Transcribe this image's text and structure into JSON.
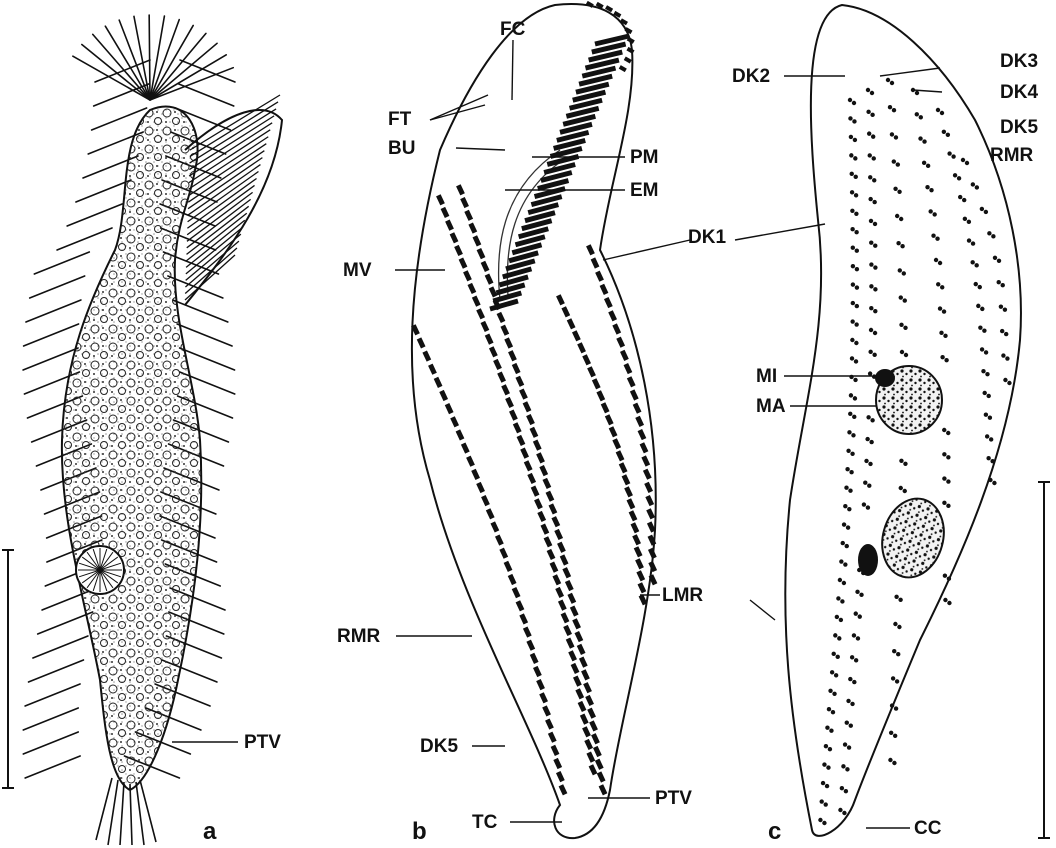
{
  "panels": {
    "a": "a",
    "b": "b",
    "c": "c"
  },
  "labels": {
    "ptv_a": "PTV",
    "fc": "FC",
    "ft": "FT",
    "bu": "BU",
    "pm": "PM",
    "em": "EM",
    "mv": "MV",
    "dk1": "DK1",
    "lmr": "LMR",
    "rmr_b": "RMR",
    "dk5_b": "DK5",
    "ptv_b": "PTV",
    "tc": "TC",
    "dk2": "DK2",
    "dk3": "DK3",
    "dk4": "DK4",
    "dk5_c": "DK5",
    "rmr_c": "RMR",
    "mi": "MI",
    "ma": "MA",
    "cc": "CC"
  }
}
